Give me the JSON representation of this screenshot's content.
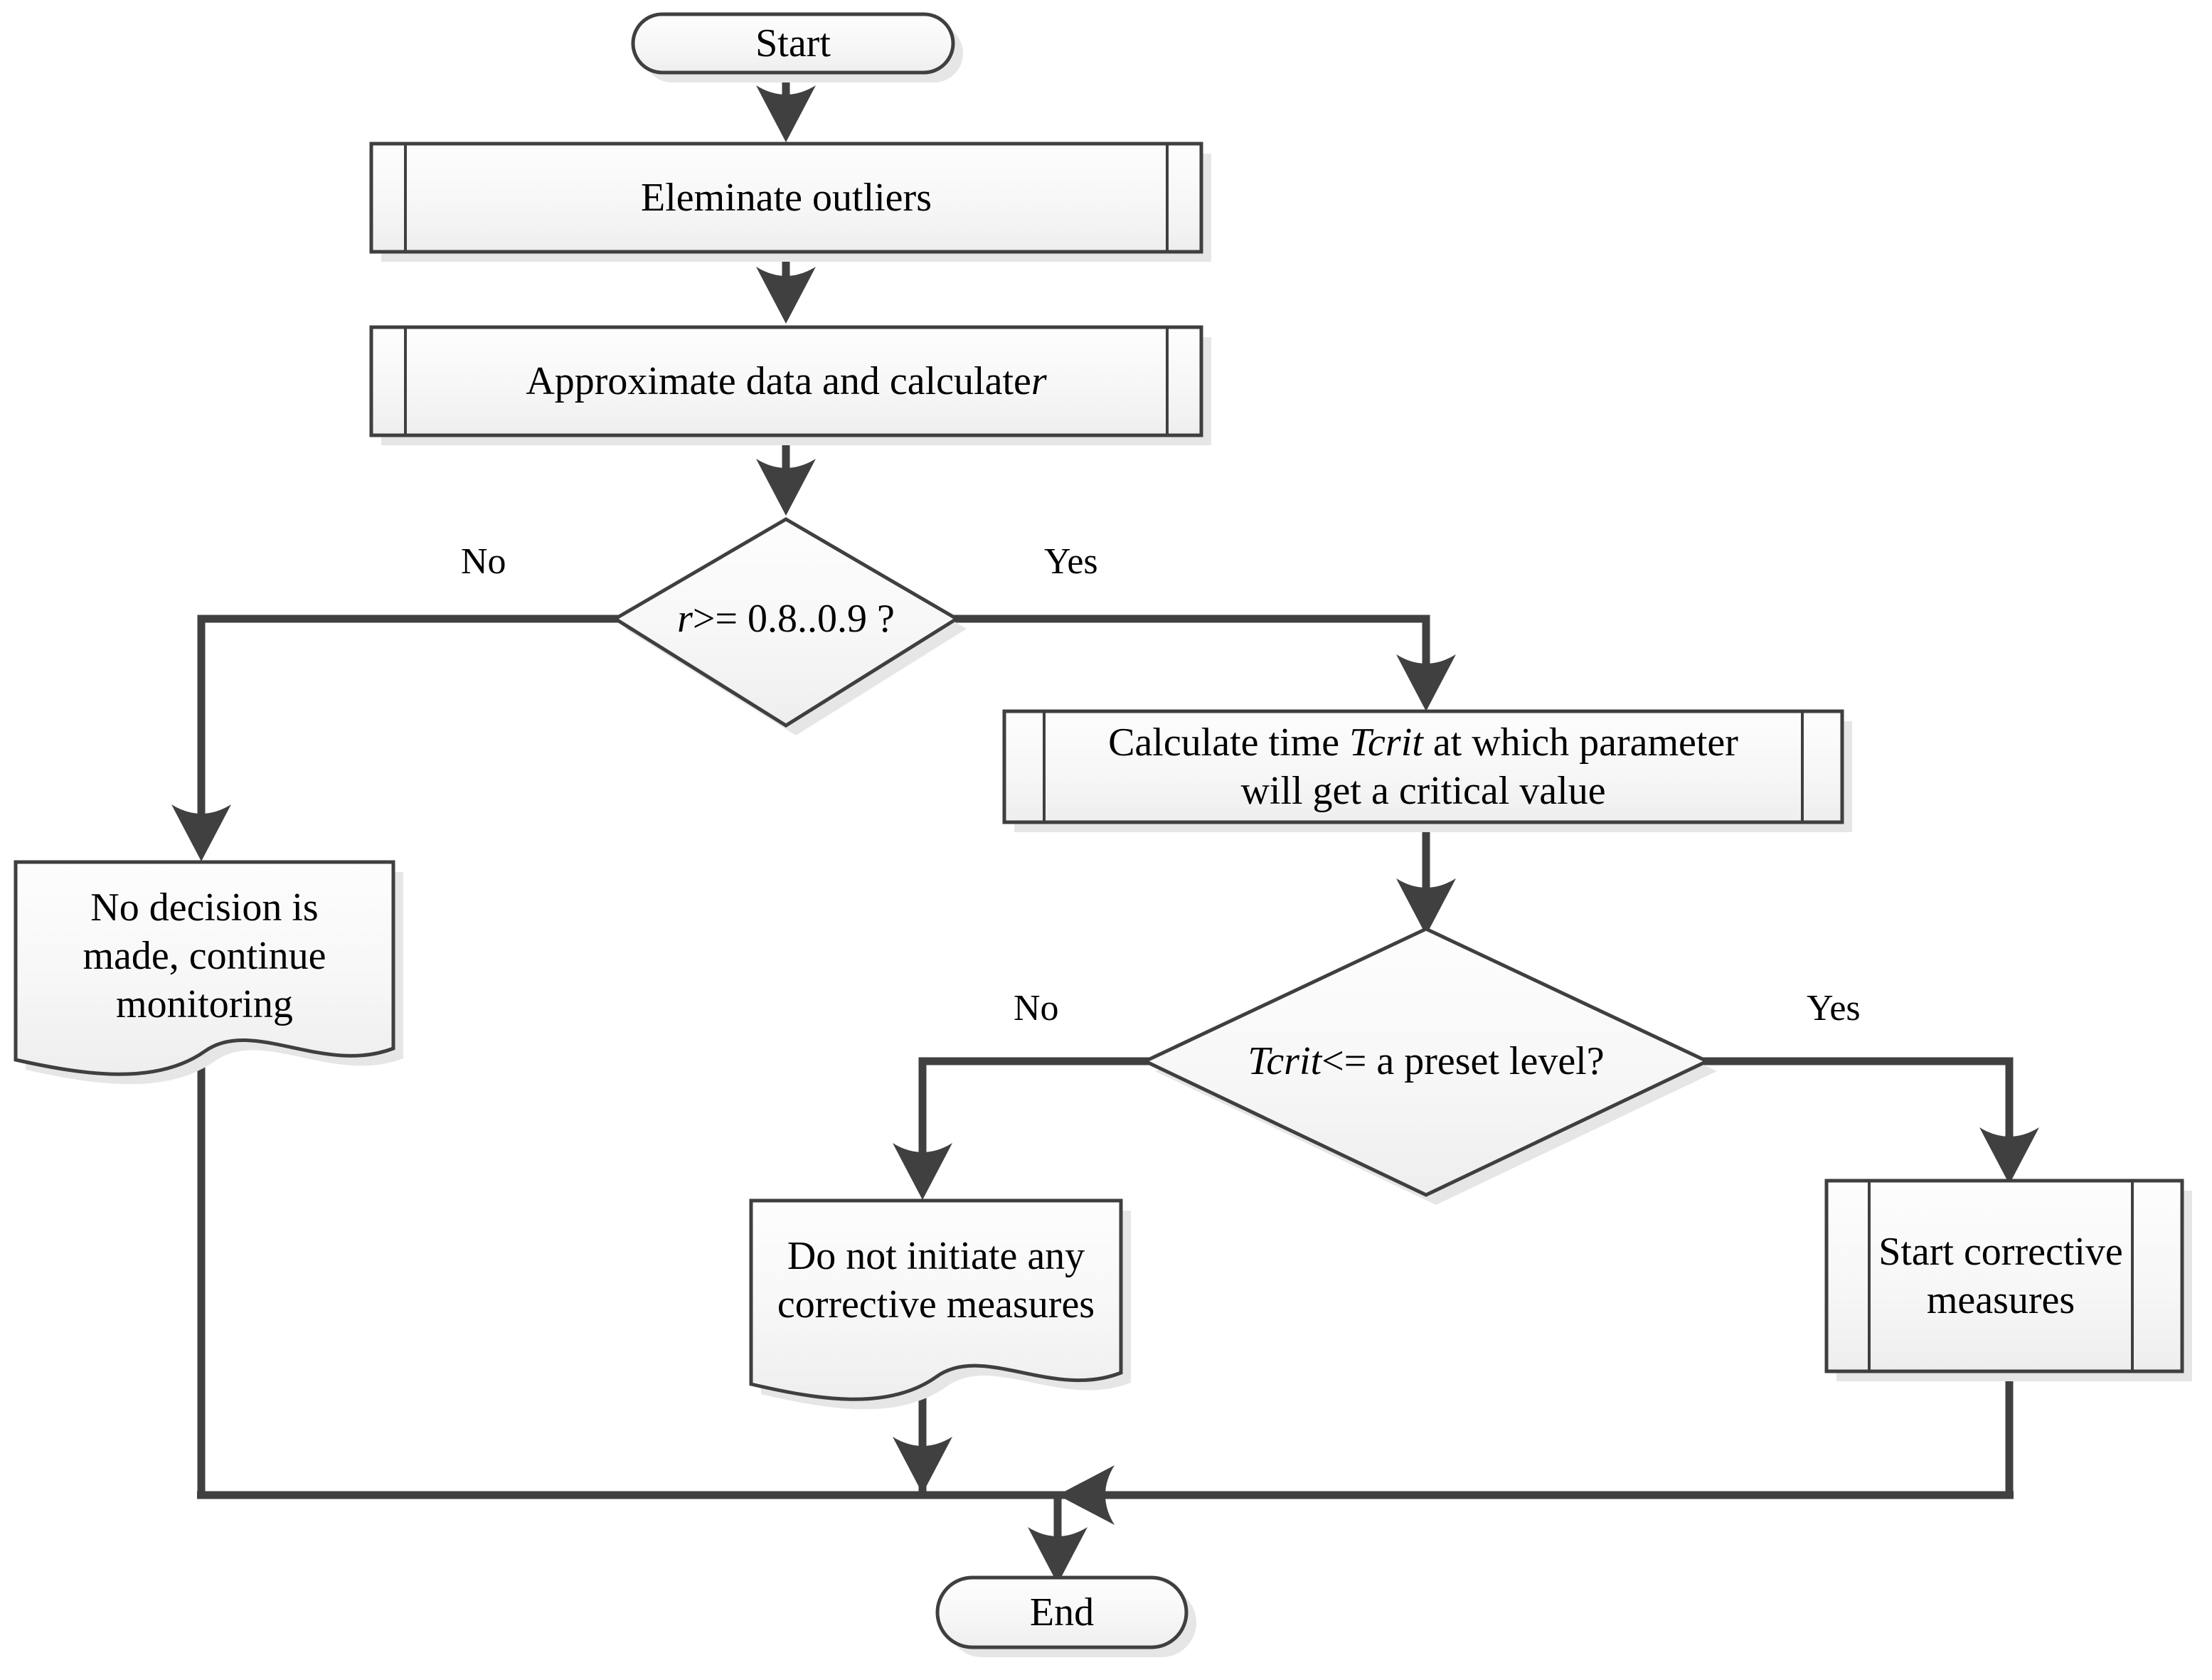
{
  "diagram": {
    "title": "Decision flowchart for parameter trend monitoring",
    "colors": {
      "background": "#ffffff",
      "shape_fill_top": "#fdfdfd",
      "shape_fill_bottom": "#efefef",
      "shape_stroke": "#3f3f3f",
      "shadow": "#e3e3e3",
      "connector": "#404040",
      "text": "#000000"
    }
  },
  "nodes": [
    {
      "id": "start",
      "type": "terminator",
      "data_name": "node-start",
      "label": "Start",
      "lines": [
        "Start"
      ]
    },
    {
      "id": "eliminate_outliers",
      "type": "predefined-process",
      "data_name": "node-eleminate-outliers",
      "label": "Eleminate outliers",
      "lines": [
        "Eleminate outliers"
      ]
    },
    {
      "id": "approximate",
      "type": "predefined-process",
      "data_name": "node-approximate-data",
      "label": "Approximate data and calculate r",
      "lines": [
        "Approximate data and calculate "
      ],
      "italic_tail": "r"
    },
    {
      "id": "decision_r",
      "type": "decision",
      "data_name": "node-decision-r-threshold",
      "label": "r >= 0.8..0.9 ?",
      "italic_head": "r",
      "lines": [
        " >= 0.8..0.9 ?"
      ]
    },
    {
      "id": "calc_tcrit",
      "type": "predefined-process",
      "data_name": "node-calculate-tcrit",
      "label": "Calculate time Tcrit at which parameter will get a critical value",
      "line1_pre": "Calculate time ",
      "line1_italic": "Tcrit",
      "line1_post": " at which parameter",
      "line2": "will get a critical value"
    },
    {
      "id": "no_decision",
      "type": "document",
      "data_name": "node-no-decision-continue-monitoring",
      "label": "No decision is made, continue monitoring",
      "lines": [
        "No decision is",
        "made, continue",
        "monitoring"
      ]
    },
    {
      "id": "decision_tcrit",
      "type": "decision",
      "data_name": "node-decision-tcrit-preset-level",
      "label": "Tcrit <= a preset level?",
      "italic_head": "Tcrit",
      "lines": [
        " <= a preset level?"
      ]
    },
    {
      "id": "no_corrective",
      "type": "document",
      "data_name": "node-do-not-initiate-corrective-measures",
      "label": "Do not initiate any corrective measures",
      "lines": [
        "Do not initiate any",
        "corrective measures"
      ]
    },
    {
      "id": "start_corrective",
      "type": "predefined-process",
      "data_name": "node-start-corrective-measures",
      "label": "Start corrective measures",
      "lines": [
        "Start corrective",
        "measures"
      ]
    },
    {
      "id": "end",
      "type": "terminator",
      "data_name": "node-end",
      "label": "End",
      "lines": [
        "End"
      ]
    }
  ],
  "edge_labels": [
    {
      "id": "r_no",
      "data_name": "edge-label-r-no",
      "text": "No"
    },
    {
      "id": "r_yes",
      "data_name": "edge-label-r-yes",
      "text": "Yes"
    },
    {
      "id": "tcrit_no",
      "data_name": "edge-label-tcrit-no",
      "text": "No"
    },
    {
      "id": "tcrit_yes",
      "data_name": "edge-label-tcrit-yes",
      "text": "Yes"
    }
  ],
  "edges": [
    {
      "from": "start",
      "to": "eliminate_outliers",
      "label": ""
    },
    {
      "from": "eliminate_outliers",
      "to": "approximate",
      "label": ""
    },
    {
      "from": "approximate",
      "to": "decision_r",
      "label": ""
    },
    {
      "from": "decision_r",
      "to": "no_decision",
      "label": "No"
    },
    {
      "from": "decision_r",
      "to": "calc_tcrit",
      "label": "Yes"
    },
    {
      "from": "calc_tcrit",
      "to": "decision_tcrit",
      "label": ""
    },
    {
      "from": "decision_tcrit",
      "to": "no_corrective",
      "label": "No"
    },
    {
      "from": "decision_tcrit",
      "to": "start_corrective",
      "label": "Yes"
    },
    {
      "from": "no_decision",
      "to": "end",
      "label": ""
    },
    {
      "from": "no_corrective",
      "to": "end",
      "label": ""
    },
    {
      "from": "start_corrective",
      "to": "end",
      "label": ""
    }
  ]
}
